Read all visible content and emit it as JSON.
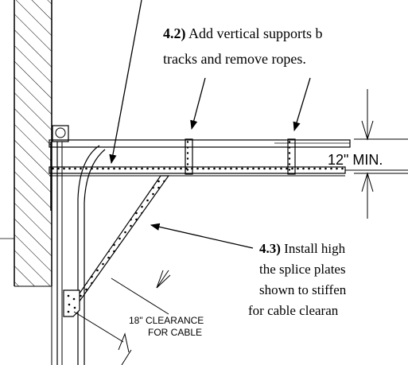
{
  "step_4_2": {
    "number": "4.2)",
    "line1": " Add vertical supports b",
    "line2": "tracks and remove ropes."
  },
  "dimension": {
    "label": "12\" MIN."
  },
  "step_4_3": {
    "number": "4.3)",
    "line1": " Install high",
    "line2": "the splice plates",
    "line3": "shown to stiffen",
    "line4": "for cable clearan"
  },
  "clearance": {
    "line1": "18\" CLEARANCE",
    "line2": "FOR CABLE"
  }
}
